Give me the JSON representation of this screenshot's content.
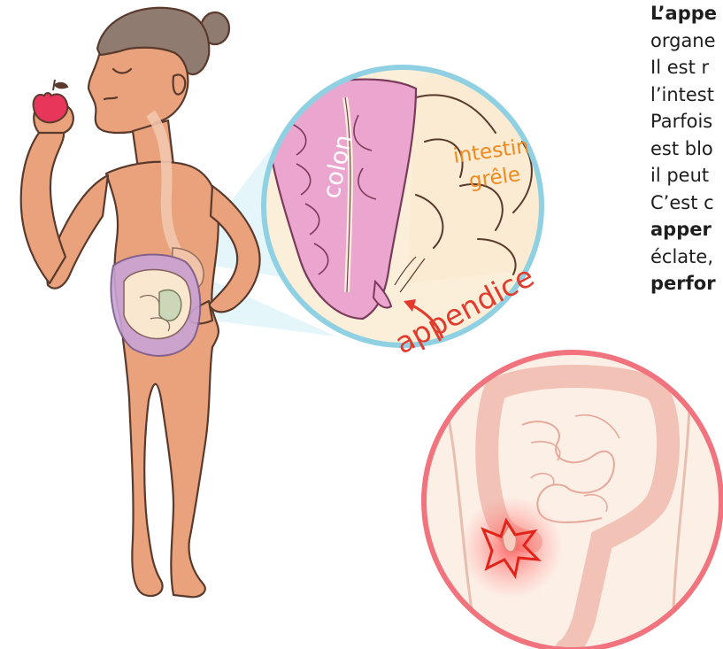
{
  "labels": {
    "colon": "colon",
    "intestin": "intestin",
    "grele": "grêle",
    "appendice": "appendice"
  },
  "text_lines": [
    {
      "text": "L’appe",
      "bold": true
    },
    {
      "text": "organe",
      "bold": false
    },
    {
      "text": "Il est r",
      "bold": false
    },
    {
      "text": "l’intest",
      "bold": false
    },
    {
      "text": "Parfois",
      "bold": false
    },
    {
      "text": "est blo",
      "bold": false
    },
    {
      "text": "il peut",
      "bold": false
    },
    {
      "text": "C’est c",
      "bold": false
    },
    {
      "text": "apper",
      "bold": true
    },
    {
      "text": "éclate,",
      "bold": false
    },
    {
      "text": "perfor",
      "bold": true
    }
  ],
  "colors": {
    "skin": "#e9a27c",
    "skin_outline": "#5a3a2c",
    "hair": "#8f7b70",
    "apple": "#e8365a",
    "colon": "#eba6cf",
    "intestin": "#fbebd3",
    "circle_blue": "#8fd1e3",
    "circle_red": "#f0737d",
    "label_orange": "#f08a1e",
    "label_red": "#e23b2e",
    "inflamed_glow": "#ff4a4a"
  }
}
